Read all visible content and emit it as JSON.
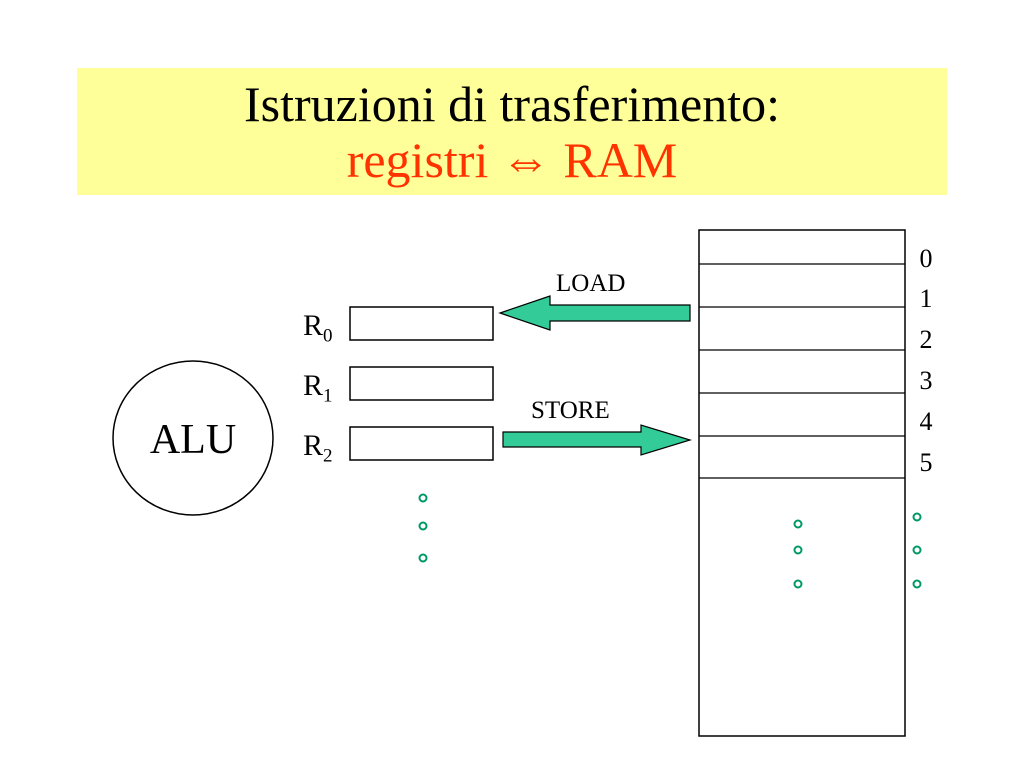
{
  "title": {
    "line1": "Istruzioni di trasferimento:",
    "line2": "registri ⇔ RAM",
    "line2_color": "#ff3300",
    "background": "#ffff99"
  },
  "alu": {
    "label": "ALU"
  },
  "registers": [
    {
      "name": "R",
      "index": "0"
    },
    {
      "name": "R",
      "index": "1"
    },
    {
      "name": "R",
      "index": "2"
    }
  ],
  "arrows": {
    "load": {
      "label": "LOAD",
      "direction": "RAM to register"
    },
    "store": {
      "label": "STORE",
      "direction": "register to RAM"
    },
    "color": "#33cc99"
  },
  "ram": {
    "addresses": [
      "0",
      "1",
      "2",
      "3",
      "4",
      "5"
    ]
  },
  "ellipsis_color": "#009966"
}
